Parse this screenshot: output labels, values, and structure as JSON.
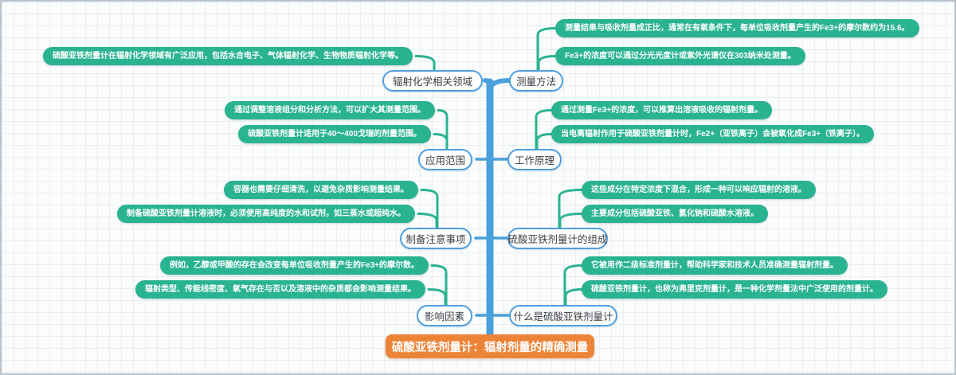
{
  "mindmap": {
    "root": {
      "label": "硫酸亚铁剂量计：辐射剂量的精确测量"
    },
    "branches": [
      {
        "label": "辐射化学相关领域",
        "side": "left",
        "leaves": [
          "硫酸亚铁剂量计在辐射化学领域有广泛应用，包括水合电子、气体辐射化学、生物物质辐射化学等。"
        ]
      },
      {
        "label": "测量方法",
        "side": "right",
        "leaves": [
          "测量结果与吸收剂量成正比，通常在有氧条件下，每单位吸收剂量产生的Fe3+的摩尔数约为15.6。",
          "Fe3+的浓度可以通过分光光度计或紫外光谱仪在303纳米处测量。"
        ]
      },
      {
        "label": "应用范围",
        "side": "left",
        "leaves": [
          "通过调整溶液组分和分析方法，可以扩大其测量范围。",
          "硫酸亚铁剂量计适用于40～400戈瑞的剂量范围。"
        ]
      },
      {
        "label": "工作原理",
        "side": "right",
        "leaves": [
          "通过测量Fe3+的浓度，可以推算出溶液吸收的辐射剂量。",
          "当电离辐射作用于硫酸亚铁剂量计时，Fe2+（亚铁离子）会被氧化成Fe3+（铁离子）。"
        ]
      },
      {
        "label": "制备注意事项",
        "side": "left",
        "leaves": [
          "容器也需要仔细清洗，以避免杂质影响测量结果。",
          "制备硫酸亚铁剂量计溶液时，必须使用高纯度的水和试剂，如三蒸水或超纯水。"
        ]
      },
      {
        "label": "硫酸亚铁剂量计的组成",
        "side": "right",
        "leaves": [
          "这些成分在特定浓度下混合，形成一种可以响应辐射的溶液。",
          "主要成分包括硫酸亚铁、氯化钠和硫酸水溶液。"
        ]
      },
      {
        "label": "影响因素",
        "side": "left",
        "leaves": [
          "例如，乙醇或甲酸的存在会改变每单位吸收剂量产生的Fe3+的摩尔数。",
          "辐射类型、传能线密度、氧气存在与否以及溶液中的杂质都会影响测量结果。"
        ]
      },
      {
        "label": "什么是硫酸亚铁剂量计",
        "side": "right",
        "leaves": [
          "它被用作二级标准剂量计，帮助科学家和技术人员准确测量辐射剂量。",
          "硫酸亚铁剂量计，也称为弗里克剂量计，是一种化学剂量法中广泛使用的剂量计。"
        ]
      }
    ],
    "colors": {
      "leaf_bg": "#2ab391",
      "branch_border": "#4f9fdf",
      "spine_blue": "#4aa0da",
      "root_bg": "#ec8438",
      "canvas_border": "#b9c3cd"
    }
  }
}
